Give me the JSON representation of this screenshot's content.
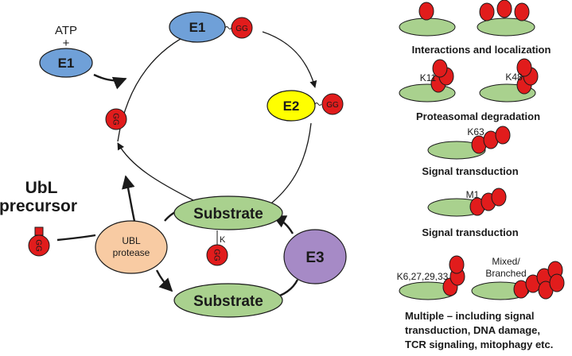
{
  "colors": {
    "e1": "#6fa0d8",
    "e2": "#ffff00",
    "e3": "#a68ac6",
    "substrate": "#a9d18e",
    "protease": "#f8cba3",
    "ubl": "#e11c1c",
    "stroke": "#1a1a1a"
  },
  "cycle": {
    "atp_label": "ATP",
    "plus_label": "+",
    "e1_free_label": "E1",
    "e1_label": "E1",
    "e1_ubl_label": "GG",
    "e2_label": "E2",
    "e2_ubl_label": "GG",
    "free_ubl_label": "GG",
    "substrate_top_label": "Substrate",
    "lysine_label": "K",
    "attached_ubl_label": "GG",
    "substrate_bottom_label": "Substrate",
    "e3_label": "E3",
    "protease_line1": "UBL",
    "protease_line2": "protease",
    "precursor_line1": "UbL",
    "precursor_line2": "precursor",
    "precursor_ubl_label": "GG"
  },
  "chain_types": [
    {
      "caption": "Interactions and localization"
    },
    {
      "linkage_a": "K11",
      "linkage_b": "K48",
      "caption": "Proteasomal degradation"
    },
    {
      "linkage": "K63",
      "caption": "Signal transduction"
    },
    {
      "linkage": "M1",
      "caption": "Signal transduction"
    },
    {
      "linkage_a": "K6,27,29,33",
      "linkage_b_line1": "Mixed/",
      "linkage_b_line2": "Branched",
      "caption_lines": [
        "Multiple – including signal",
        "transduction, DNA damage,",
        "TCR signaling, mitophagy etc."
      ]
    }
  ]
}
